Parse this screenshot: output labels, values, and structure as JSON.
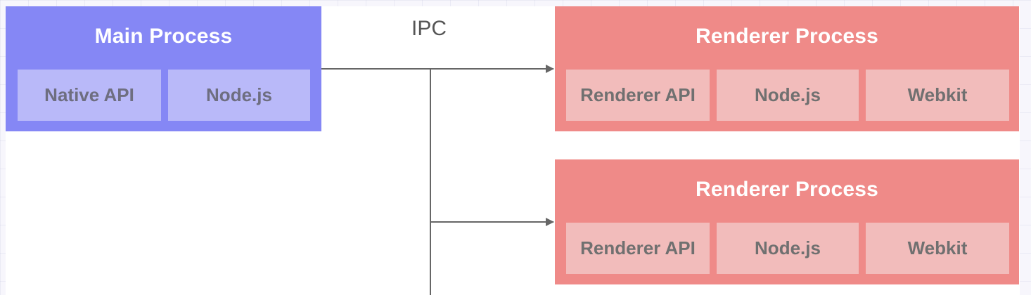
{
  "diagram": {
    "ipc_label": "IPC",
    "main_process": {
      "title": "Main Process",
      "modules": [
        "Native API",
        "Node.js"
      ]
    },
    "renderer_processes": [
      {
        "title": "Renderer Process",
        "modules": [
          "Renderer API",
          "Node.js",
          "Webkit"
        ]
      },
      {
        "title": "Renderer Process",
        "modules": [
          "Renderer API",
          "Node.js",
          "Webkit"
        ]
      }
    ]
  },
  "colors": {
    "main_process_fill": "#8587f5",
    "main_module_fill": "#b9b9f9",
    "renderer_process_fill": "#ef8a88",
    "renderer_module_fill": "#f2bcbb",
    "connector": "#666666"
  }
}
